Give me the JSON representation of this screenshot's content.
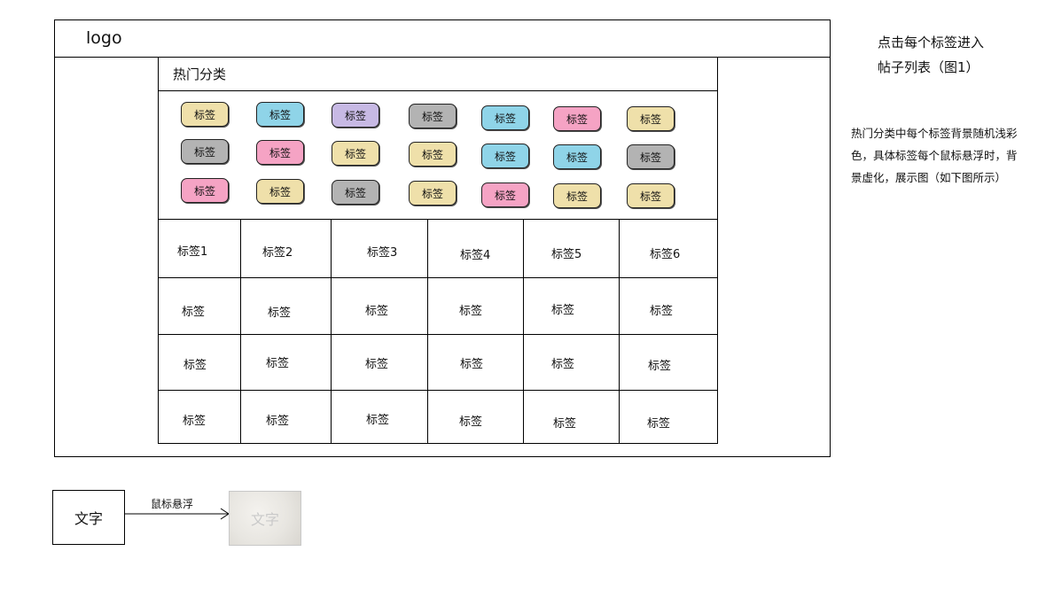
{
  "header": {
    "logo": "logo"
  },
  "panel": {
    "title": "热门分类"
  },
  "colors": {
    "beige": "#efe0aa",
    "blue": "#8fd4e8",
    "purple": "#c7b9e4",
    "gray": "#b3b3b3",
    "pink": "#f5a3c4"
  },
  "tag_rows": [
    [
      {
        "label": "标签",
        "color": "beige"
      },
      {
        "label": "标签",
        "color": "blue"
      },
      {
        "label": "标签",
        "color": "purple"
      },
      {
        "label": "标签",
        "color": "gray"
      },
      {
        "label": "标签",
        "color": "blue"
      },
      {
        "label": "标签",
        "color": "pink"
      },
      {
        "label": "标签",
        "color": "beige"
      }
    ],
    [
      {
        "label": "标签",
        "color": "gray"
      },
      {
        "label": "标签",
        "color": "pink"
      },
      {
        "label": "标签",
        "color": "beige"
      },
      {
        "label": "标签",
        "color": "beige"
      },
      {
        "label": "标签",
        "color": "blue"
      },
      {
        "label": "标签",
        "color": "blue"
      },
      {
        "label": "标签",
        "color": "gray"
      }
    ],
    [
      {
        "label": "标签",
        "color": "pink"
      },
      {
        "label": "标签",
        "color": "beige"
      },
      {
        "label": "标签",
        "color": "gray"
      },
      {
        "label": "标签",
        "color": "beige"
      },
      {
        "label": "标签",
        "color": "pink"
      },
      {
        "label": "标签",
        "color": "beige"
      },
      {
        "label": "标签",
        "color": "beige"
      }
    ]
  ],
  "grid_rows": [
    [
      "标签1",
      "标签2",
      "标签3",
      "标签4",
      "标签5",
      "标签6"
    ],
    [
      "标签",
      "标签",
      "标签",
      "标签",
      "标签",
      "标签"
    ],
    [
      "标签",
      "标签",
      "标签",
      "标签",
      "标签",
      "标签"
    ],
    [
      "标签",
      "标签",
      "标签",
      "标签",
      "标签",
      "标签"
    ]
  ],
  "notes": {
    "top_line1": "点击每个标签进入",
    "top_line2": "帖子列表（图1）",
    "side": "热门分类中每个标签背景随机浅彩色，具体标签每个鼠标悬浮时，背景虚化，展示图（如下图所示）"
  },
  "demo": {
    "text": "文字",
    "hover_label": "鼠标悬浮",
    "faded_text": "文字"
  }
}
